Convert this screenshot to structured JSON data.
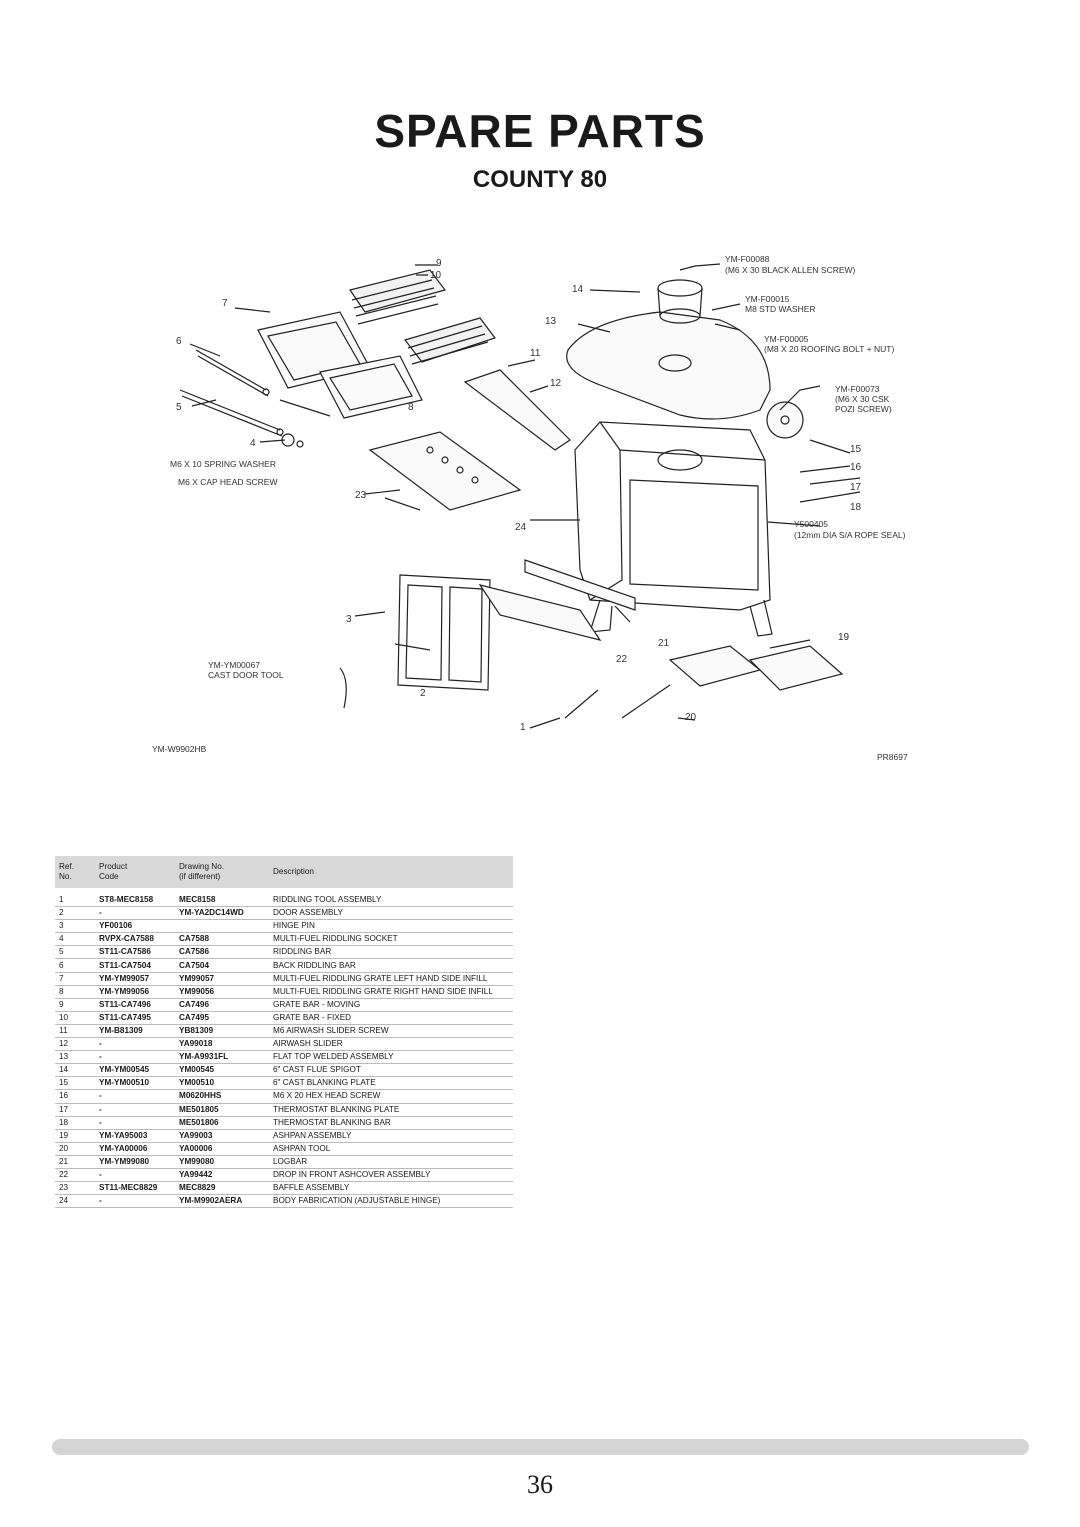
{
  "header": {
    "title": "SPARE PARTS",
    "subtitle": "COUNTY 80"
  },
  "diagram": {
    "labels": {
      "ref_1": "1",
      "ref_2": "2",
      "ref_3": "3",
      "ref_4": "4",
      "ref_5": "5",
      "ref_6": "6",
      "ref_7": "7",
      "ref_8": "8",
      "ref_9": "9",
      "ref_10": "10",
      "ref_11": "11",
      "ref_12": "12",
      "ref_13": "13",
      "ref_14": "14",
      "ref_15": "15",
      "ref_16": "16",
      "ref_17": "17",
      "ref_18": "18",
      "ref_19": "19",
      "ref_20": "20",
      "ref_21": "21",
      "ref_22": "22",
      "ref_23": "23",
      "ref_24": "24",
      "f00088_code": "YM-F00088",
      "f00088_desc": "(M6 X 30 BLACK ALLEN SCREW)",
      "f00015_code": "YM-F00015",
      "f00015_desc": "M8 STD WASHER",
      "f00005_code": "YM-F00005",
      "f00005_desc": "(M8 X 20 ROOFING BOLT + NUT)",
      "f00073_code": "YM-F00073",
      "f00073_desc1": "(M6 X 30 CSK",
      "f00073_desc2": "POZI SCREW)",
      "spring_washer": "M6 X 10 SPRING WASHER",
      "cap_head": "M6 X CAP HEAD SCREW",
      "y500405_code": "Y500405",
      "y500405_desc": "(12mm DIA S/A ROPE SEAL)",
      "door_tool_code": "YM-YM00067",
      "door_tool_desc": "CAST DOOR TOOL",
      "drawing_code_left": "YM-W9902HB",
      "drawing_code_right": "PR8697"
    }
  },
  "table": {
    "headers": {
      "ref_1": "Ref.",
      "ref_2": "No.",
      "product_1": "Product",
      "product_2": "Code",
      "drawing_1": "Drawing No.",
      "drawing_2": "(if different)",
      "description": "Description"
    },
    "rows": [
      {
        "ref": "1",
        "code": "ST8-MEC8158",
        "drawing": "MEC8158",
        "description": "RIDDLING TOOL ASSEMBLY"
      },
      {
        "ref": "2",
        "code": "-",
        "drawing": "YM-YA2DC14WD",
        "description": "DOOR ASSEMBLY"
      },
      {
        "ref": "3",
        "code": "YF00106",
        "drawing": "",
        "description": "HINGE PIN"
      },
      {
        "ref": "4",
        "code": "RVPX-CA7588",
        "drawing": "CA7588",
        "description": "MULTI-FUEL RIDDLING SOCKET"
      },
      {
        "ref": "5",
        "code": "ST11-CA7586",
        "drawing": "CA7586",
        "description": "RIDDLING BAR"
      },
      {
        "ref": "6",
        "code": "ST11-CA7504",
        "drawing": "CA7504",
        "description": "BACK RIDDLING BAR"
      },
      {
        "ref": "7",
        "code": "YM-YM99057",
        "drawing": "YM99057",
        "description": "MULTI-FUEL RIDDLING GRATE LEFT HAND SIDE INFILL"
      },
      {
        "ref": "8",
        "code": "YM-YM99056",
        "drawing": "YM99056",
        "description": "MULTI-FUEL RIDDLING GRATE RIGHT HAND SIDE INFILL"
      },
      {
        "ref": "9",
        "code": "ST11-CA7496",
        "drawing": "CA7496",
        "description": "GRATE BAR - MOVING"
      },
      {
        "ref": "10",
        "code": "ST11-CA7495",
        "drawing": "CA7495",
        "description": "GRATE BAR - FIXED"
      },
      {
        "ref": "11",
        "code": "YM-B81309",
        "drawing": "YB81309",
        "description": "M6 AIRWASH SLIDER SCREW"
      },
      {
        "ref": "12",
        "code": "-",
        "drawing": "YA99018",
        "description": "AIRWASH SLIDER"
      },
      {
        "ref": "13",
        "code": "-",
        "drawing": "YM-A9931FL",
        "description": "FLAT TOP WELDED ASSEMBLY"
      },
      {
        "ref": "14",
        "code": "YM-YM00545",
        "drawing": "YM00545",
        "description": "6\" CAST FLUE SPIGOT"
      },
      {
        "ref": "15",
        "code": "YM-YM00510",
        "drawing": "YM00510",
        "description": "6\" CAST BLANKING PLATE"
      },
      {
        "ref": "16",
        "code": "-",
        "drawing": "M0620HHS",
        "description": "M6 X 20 HEX HEAD SCREW"
      },
      {
        "ref": "17",
        "code": "-",
        "drawing": "ME501805",
        "description": "THERMOSTAT BLANKING PLATE"
      },
      {
        "ref": "18",
        "code": "-",
        "drawing": "ME501806",
        "description": "THERMOSTAT BLANKING BAR"
      },
      {
        "ref": "19",
        "code": "YM-YA95003",
        "drawing": "YA99003",
        "description": "ASHPAN ASSEMBLY"
      },
      {
        "ref": "20",
        "code": "YM-YA00006",
        "drawing": "YA00006",
        "description": "ASHPAN TOOL"
      },
      {
        "ref": "21",
        "code": "YM-YM99080",
        "drawing": "YM99080",
        "description": "LOGBAR"
      },
      {
        "ref": "22",
        "code": "-",
        "drawing": "YA99442",
        "description": "DROP IN FRONT ASHCOVER ASSEMBLY"
      },
      {
        "ref": "23",
        "code": "ST11-MEC8829",
        "drawing": "MEC8829",
        "description": "BAFFLE ASSEMBLY"
      },
      {
        "ref": "24",
        "code": "-",
        "drawing": "YM-M9902AERA",
        "description": "BODY FABRICATION (ADJUSTABLE HINGE)"
      }
    ]
  },
  "footer": {
    "page_number": "36"
  }
}
